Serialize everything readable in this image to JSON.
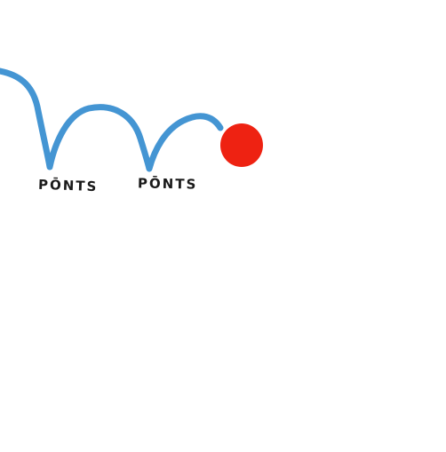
{
  "labels": {
    "first": "PŌNTS",
    "second": "PŌNTS"
  },
  "trail": {
    "color": "#3a8fd1",
    "icon": "bounce-trail"
  },
  "ball": {
    "color": "#ee2212",
    "icon": "ball"
  },
  "background_color": "#ffffff"
}
